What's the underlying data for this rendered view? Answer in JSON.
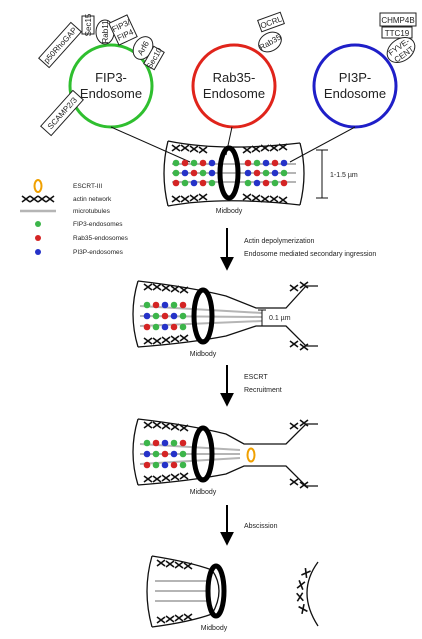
{
  "endosomes": {
    "fip3": {
      "title_line1": "FIP3-",
      "title_line2": "Endosome",
      "color": "#2fbf2f",
      "proteins": [
        "Sec15",
        "Rab11",
        "FIP3/",
        "FIP4",
        "Arf6",
        "Sec10",
        "p50RhoGAP",
        "SCAMP2/3"
      ]
    },
    "rab35": {
      "title_line1": "Rab35-",
      "title_line2": "Endosome",
      "color": "#e0241b",
      "proteins": [
        "OCRL",
        "Rab35"
      ]
    },
    "pi3p": {
      "title_line1": "PI3P-",
      "title_line2": "Endosome",
      "color": "#1f1fc8",
      "proteins": [
        "CHMP4B",
        "TTC19",
        "FYVE-",
        "CENT"
      ]
    }
  },
  "legend": {
    "escrt": "ESCRT-III",
    "actin": "actin network",
    "microtubules": "microtubules",
    "fip3": "FIP3-endosomes",
    "rab35": "Rab35-endosomes",
    "pi3p": "PI3P-endosomes"
  },
  "colors": {
    "escrt": "#f0a000",
    "green_dot": "#3cb54a",
    "red_dot": "#d42424",
    "blue_dot": "#2532c8",
    "microtubule": "#b5b5b5"
  },
  "stages": {
    "midbody_label": "Midbody",
    "scale_1": "1-1.5 µm",
    "scale_2": "0.1 µm",
    "step1_line1": "Actin depolymerization",
    "step1_line2": "Endosome mediated secondary ingression",
    "step2_line1": "ESCRT",
    "step2_line2": "Recruitment",
    "step3": "Abscission"
  }
}
